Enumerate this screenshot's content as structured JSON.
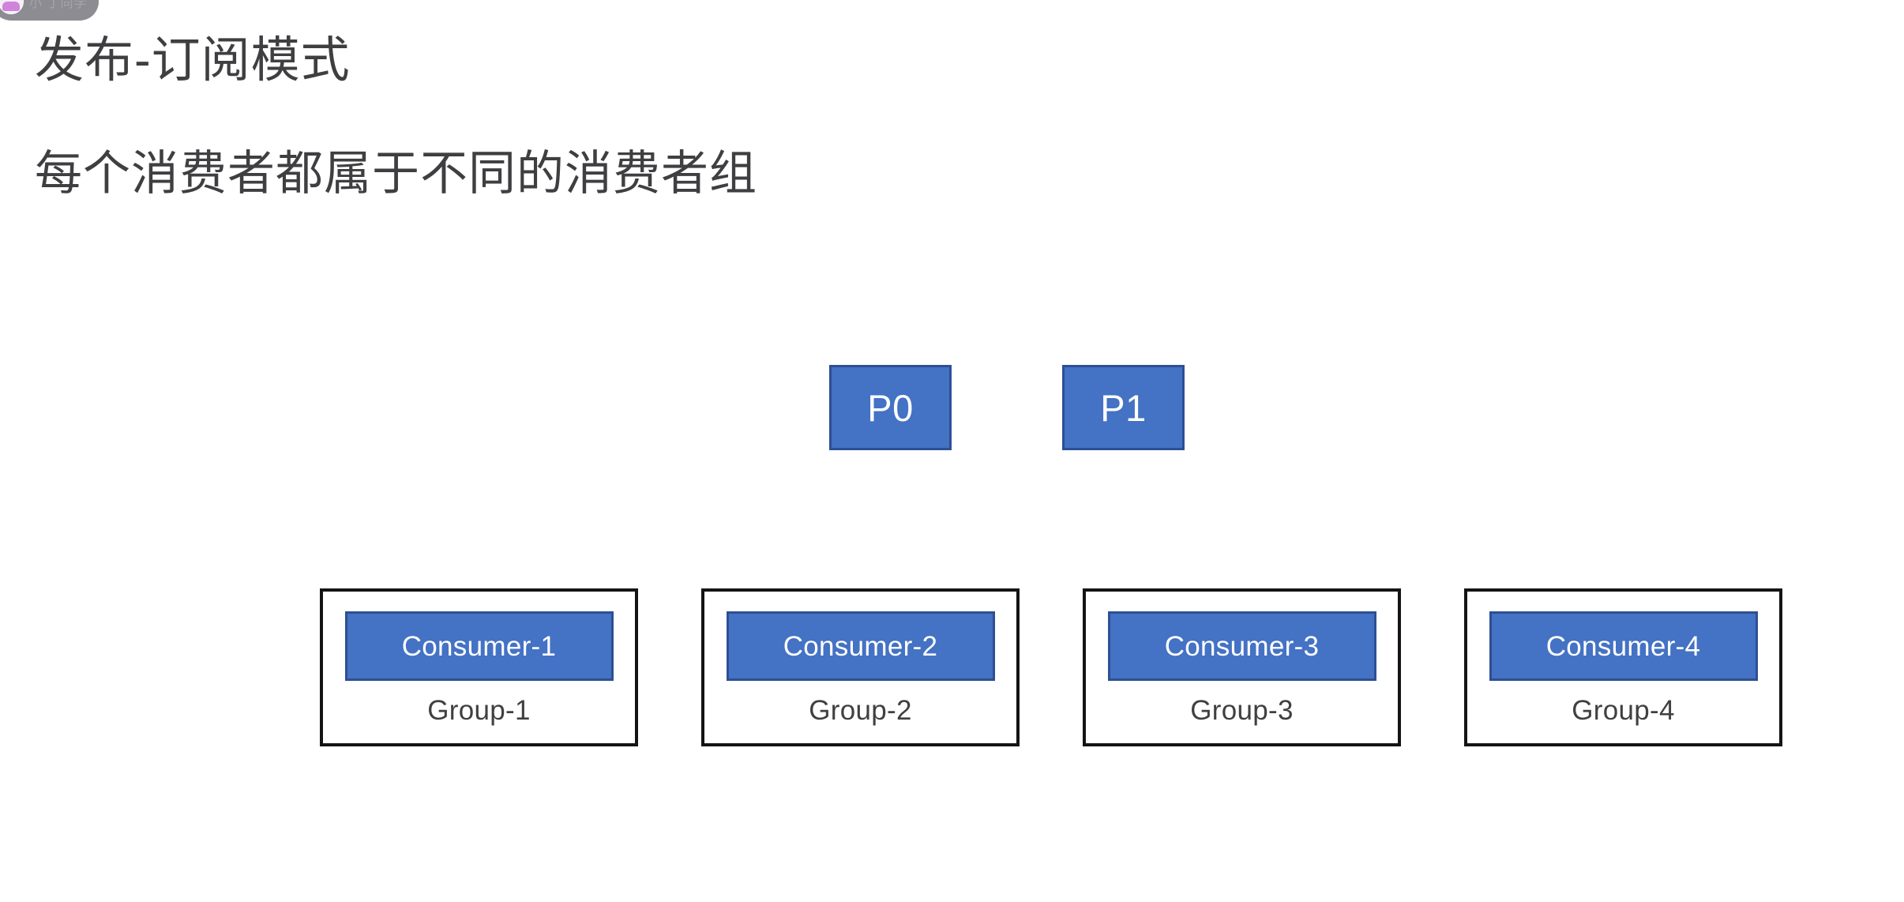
{
  "slide": {
    "background_color": "#ffffff",
    "title": "发布-订阅模式",
    "subtitle": "每个消费者都属于不同的消费者组"
  },
  "watermark": {
    "label": "小 丁同学",
    "pill_color": "#8c8c92"
  },
  "colors": {
    "accent_blue": "#4472c4",
    "accent_blue_border": "#2d4f94",
    "group_border": "#141414",
    "text_gray": "#3f3f42",
    "label_gray": "#404040"
  },
  "diagram": {
    "partitions": [
      {
        "label": "P0"
      },
      {
        "label": "P1"
      }
    ],
    "groups": [
      {
        "consumer": "Consumer-1",
        "group": "Group-1"
      },
      {
        "consumer": "Consumer-2",
        "group": "Group-2"
      },
      {
        "consumer": "Consumer-3",
        "group": "Group-3"
      },
      {
        "consumer": "Consumer-4",
        "group": "Group-4"
      }
    ]
  }
}
